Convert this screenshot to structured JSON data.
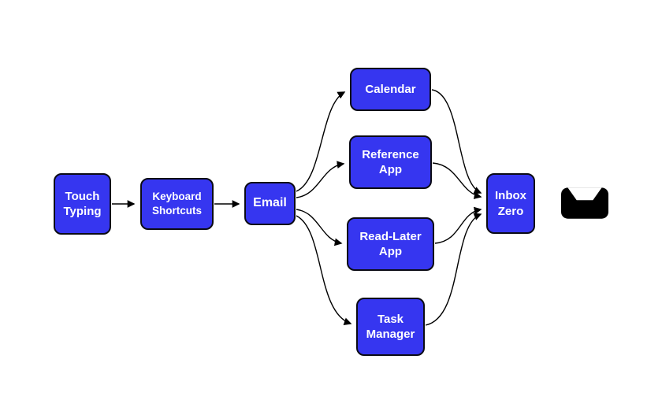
{
  "diagram": {
    "colors": {
      "node_fill": "#3636f0",
      "node_border": "#0b0b14",
      "node_text": "#ffffff",
      "arrow": "#000000",
      "background": "#ffffff",
      "inbox_icon": "#000000"
    },
    "nodes": {
      "touch_typing": {
        "label": "Touch\nTyping"
      },
      "keyboard_shortcuts": {
        "label": "Keyboard\nShortcuts"
      },
      "email": {
        "label": "Email"
      },
      "calendar": {
        "label": "Calendar"
      },
      "reference_app": {
        "label": "Reference\nApp"
      },
      "read_later_app": {
        "label": "Read-Later\nApp"
      },
      "task_manager": {
        "label": "Task\nManager"
      },
      "inbox_zero": {
        "label": "Inbox\nZero"
      }
    },
    "edges": [
      {
        "from": "Touch Typing",
        "to": "Keyboard Shortcuts"
      },
      {
        "from": "Keyboard Shortcuts",
        "to": "Email"
      },
      {
        "from": "Email",
        "to": "Calendar"
      },
      {
        "from": "Email",
        "to": "Reference App"
      },
      {
        "from": "Email",
        "to": "Read-Later App"
      },
      {
        "from": "Email",
        "to": "Task Manager"
      },
      {
        "from": "Calendar",
        "to": "Inbox Zero"
      },
      {
        "from": "Reference App",
        "to": "Inbox Zero"
      },
      {
        "from": "Read-Later App",
        "to": "Inbox Zero"
      },
      {
        "from": "Task Manager",
        "to": "Inbox Zero"
      }
    ],
    "end_icon": "inbox-tray-icon"
  }
}
